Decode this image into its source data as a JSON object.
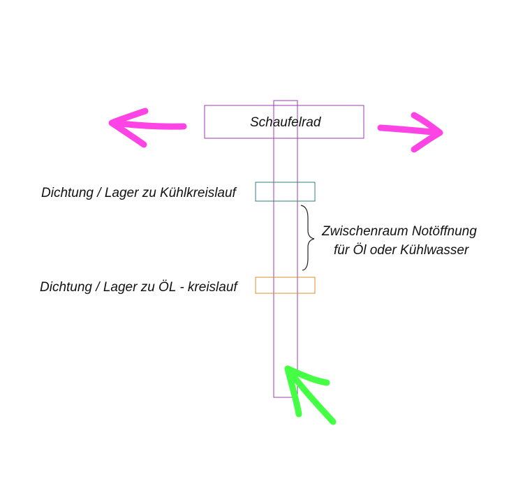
{
  "labels": {
    "wheel": "Schaufelrad",
    "seal_cooling": "Dichtung / Lager zu Kühlkreislauf",
    "seal_oil": "Dichtung / Lager zu ÖL - kreislauf",
    "gap_line1": "Zwischenraum Notöffnung",
    "gap_line2": "für Öl oder Kühlwasser"
  },
  "colors": {
    "shaft": "#9b3bb0",
    "wheel": "#9b3bb0",
    "seal_cooling": "#2f7f7f",
    "seal_oil": "#d4902f",
    "arrow_horizontal": "#ff44e6",
    "arrow_rotation": "#44ff44",
    "brace": "#222222"
  }
}
